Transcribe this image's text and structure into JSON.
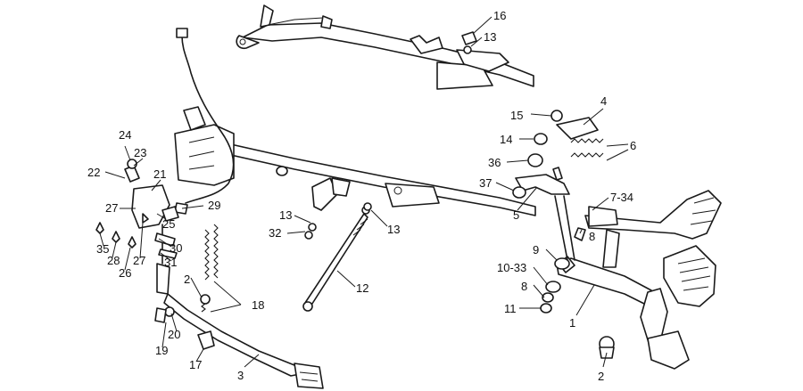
{
  "callouts": {
    "c1": "1",
    "c2a": "2",
    "c2b": "2",
    "c3": "3",
    "c4": "4",
    "c5": "5",
    "c6": "6",
    "c7_34": "7-34",
    "c8a": "8",
    "c8b": "8",
    "c9": "9",
    "c10_33": "10-33",
    "c11": "11",
    "c12": "12",
    "c13a": "13",
    "c13b": "13",
    "c13c": "13",
    "c14": "14",
    "c15": "15",
    "c16": "16",
    "c17": "17",
    "c18": "18",
    "c19": "19",
    "c20": "20",
    "c21": "21",
    "c22": "22",
    "c23": "23",
    "c24": "24",
    "c25": "25",
    "c26": "26",
    "c27a": "27",
    "c27b": "27",
    "c28": "28",
    "c29": "29",
    "c30": "30",
    "c31": "31",
    "c32": "32",
    "c35": "35",
    "c36": "36",
    "c37": "37"
  }
}
